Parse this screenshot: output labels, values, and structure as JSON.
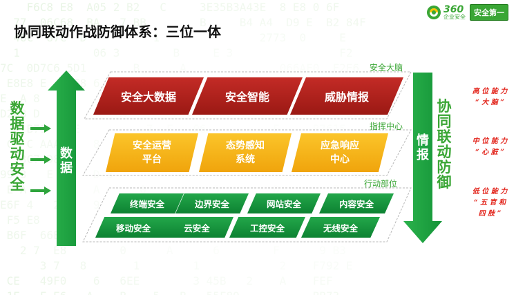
{
  "header": {
    "title": "协同联动作战防御体系：三位一体",
    "logo_number": "360",
    "logo_subtitle": "企业安全",
    "logo_badge": "安全第一"
  },
  "left": {
    "vertical_text": [
      "数",
      "据",
      "驱",
      "动",
      "安",
      "全"
    ],
    "arrow_label": [
      "数",
      "据"
    ]
  },
  "right": {
    "vertical_text": [
      "协",
      "同",
      "联",
      "动",
      "防",
      "御"
    ],
    "arrow_label": [
      "情",
      "报"
    ]
  },
  "layers": {
    "brain": {
      "label": "安全大脑",
      "items": [
        "安全大数据",
        "安全智能",
        "威胁情报"
      ]
    },
    "command": {
      "label": "指挥中心",
      "items": [
        {
          "line1": "安全运营",
          "line2": "平台"
        },
        {
          "line1": "态势感知",
          "line2": "系统"
        },
        {
          "line1": "应急响应",
          "line2": "中心"
        }
      ]
    },
    "action": {
      "label": "行动部位",
      "row1": [
        "终端安全",
        "边界安全",
        "网站安全",
        "内容安全"
      ],
      "row2": [
        "移动安全",
        "云安全",
        "工控安全",
        "无线安全"
      ]
    }
  },
  "capabilities": [
    {
      "line1": "高 位 能 力",
      "line2": "“ 大 脑 ”"
    },
    {
      "line1": "中 位 能 力",
      "line2": "“ 心 脏 ”"
    },
    {
      "line1": "低 位 能 力",
      "line2": "“ 五 官 和",
      "line3": "四 肢 ”"
    }
  ],
  "colors": {
    "green": "#3aa635",
    "red": "#b2201b",
    "yellow": "#f7b21b",
    "caption_red": "#e2231a"
  }
}
